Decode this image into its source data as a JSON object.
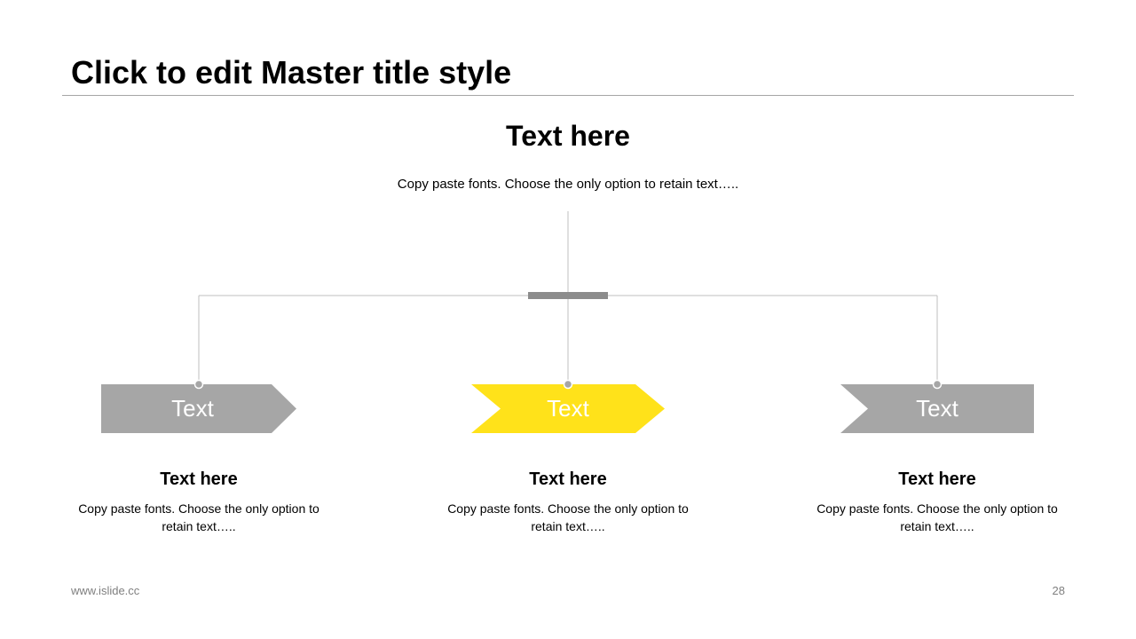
{
  "title": "Click to edit Master title style",
  "top": {
    "heading": "Text here",
    "description": "Copy paste fonts. Choose the only option to retain text….."
  },
  "items": [
    {
      "label": "Text",
      "heading": "Text here",
      "description": "Copy paste fonts. Choose the only option to retain text…..",
      "color": "#a6a6a6"
    },
    {
      "label": "Text",
      "heading": "Text here",
      "description": "Copy paste fonts. Choose the only option to retain text…..",
      "color": "#ffe21a"
    },
    {
      "label": "Text",
      "heading": "Text here",
      "description": "Copy paste fonts. Choose the only option to retain text…..",
      "color": "#a6a6a6"
    }
  ],
  "colors": {
    "line": "#bfbfbf",
    "hub": "#8c8c8c",
    "node_dot": "#a6a6a6"
  },
  "footer": {
    "website": "www.islide.cc",
    "page_number": "28"
  }
}
